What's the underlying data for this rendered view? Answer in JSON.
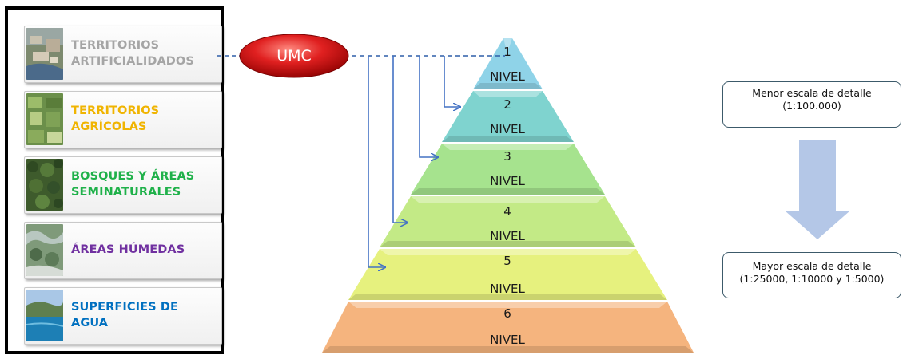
{
  "categories": [
    {
      "label": "TERRITORIOS\nARTIFICIALIDADOS",
      "color": "#a5a5a5",
      "photo": "coastal-city-aerial"
    },
    {
      "label": "TERRITORIOS\nAGRÍCOLAS",
      "color": "#f0b400",
      "photo": "farm-fields-aerial"
    },
    {
      "label": "BOSQUES Y ÁREAS\nSEMINATURALES",
      "color": "#1fb14a",
      "photo": "forest-aerial"
    },
    {
      "label": "ÁREAS HÚMEDAS",
      "color": "#7030a0",
      "photo": "wetland-aerial"
    },
    {
      "label": "SUPERFICIES DE\nAGUA",
      "color": "#0070c0",
      "photo": "sea-coast-photo"
    }
  ],
  "umc": {
    "label": "UMC",
    "color": "#c00000"
  },
  "pyramid": {
    "levels": [
      {
        "number": "1",
        "text": "NIVEL",
        "color": "#8fd3e8"
      },
      {
        "number": "2",
        "text": "NIVEL",
        "color": "#7fd3cf"
      },
      {
        "number": "3",
        "text": "NIVEL",
        "color": "#a6e38e"
      },
      {
        "number": "4",
        "text": "NIVEL",
        "color": "#c3ea86"
      },
      {
        "number": "5",
        "text": "NIVEL",
        "color": "#e6f17e"
      },
      {
        "number": "6",
        "text": "NIVEL",
        "color": "#f5b47e"
      }
    ]
  },
  "scale": {
    "top": {
      "line1": "Menor escala de detalle",
      "line2": "(1:100.000)"
    },
    "bottom": {
      "line1": "Mayor escala de detalle",
      "line2": "(1:25000, 1:10000 y 1:5000)"
    },
    "arrow_color": "#b4c7e7"
  },
  "connector_color": "#4472c4"
}
